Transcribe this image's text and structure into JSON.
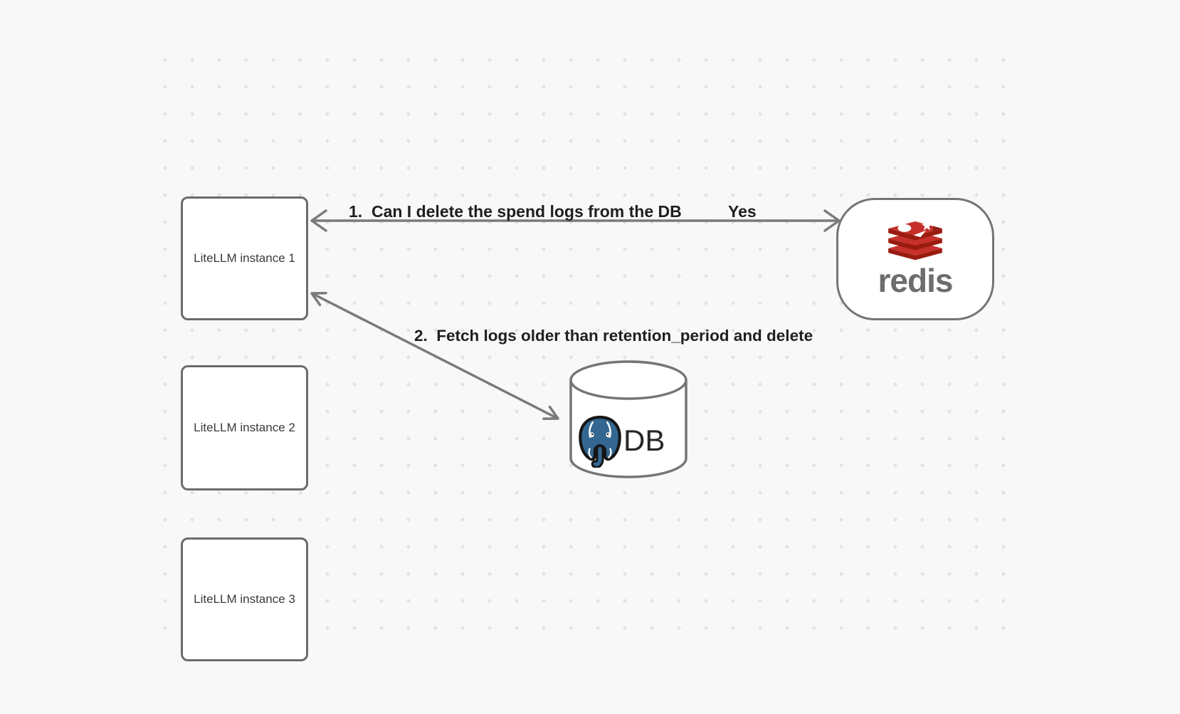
{
  "diagram": {
    "instances": [
      {
        "label": "LiteLLM instance 1"
      },
      {
        "label": "LiteLLM instance 2"
      },
      {
        "label": "LiteLLM instance 3"
      }
    ],
    "redis_node": {
      "wordmark": "redis",
      "icon": "redis-logo-icon"
    },
    "db_node": {
      "label": "DB",
      "icon": "postgresql-elephant-icon"
    },
    "edge1": {
      "label": "1.  Can I delete the spend logs from the DB",
      "answer": "Yes"
    },
    "edge2": {
      "label": "2.  Fetch logs older than retention_period and delete"
    }
  },
  "colors": {
    "background": "#f8f8f8",
    "dots": "#e2e2e2",
    "arrow_gray": "#7a7a7a",
    "box_border_gray": "#6b6b6b",
    "edge_text": "#1f1f1f",
    "box_label_text": "#3a3a3a",
    "redis_red": "#c6302b",
    "redis_dark_red": "#9a1b10",
    "redis_wordmark_gray": "#6d6d6d",
    "postgres_blue": "#336791",
    "db_text": "#262626"
  }
}
